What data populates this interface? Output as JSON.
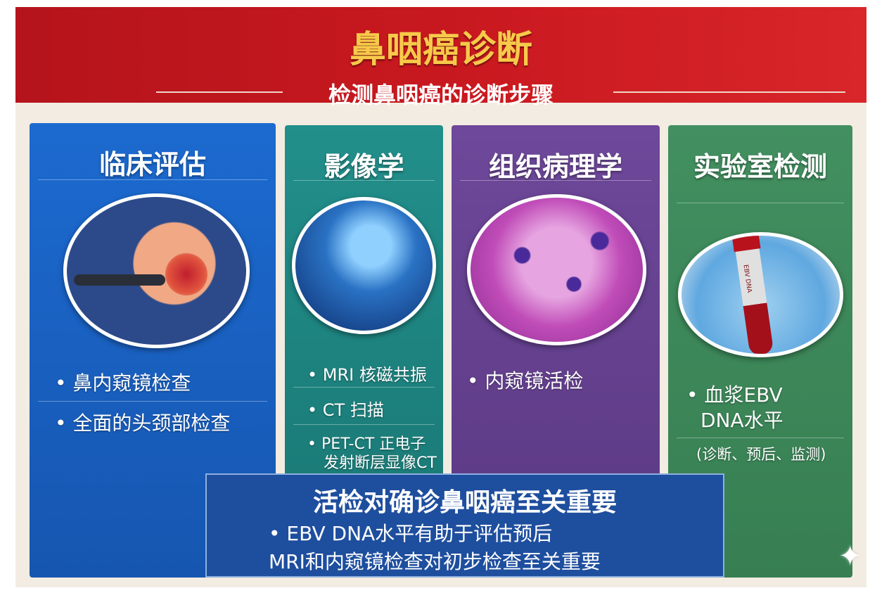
{
  "header": {
    "title": "鼻咽癌诊断",
    "subtitle": "检测鼻咽癌的诊断步骤"
  },
  "panels": [
    {
      "title": "临床评估",
      "items": [
        "• 鼻内窥镜检查",
        "• 全面的头颈部检查"
      ],
      "color": "#1a64c2"
    },
    {
      "title": "影像学",
      "items": [
        "• MRI 核磁共振",
        "• CT 扫描",
        "• PET-CT 正电子",
        "发射断层显像CT"
      ],
      "color": "#1f8a86"
    },
    {
      "title": "组织病理学",
      "items": [
        "• 内窥镜活检"
      ],
      "color": "#6a4494"
    },
    {
      "title": "实验室检测",
      "items": [
        "• 血浆EBV",
        "DNA水平",
        "(诊断、预后、监测)"
      ],
      "color": "#3f8a5c"
    }
  ],
  "summary": {
    "title": "活检对确诊鼻咽癌至关重要",
    "lines": [
      "• EBV DNA水平有助于评估预后",
      "MRI和内窥镜检查对初步检查至关重要"
    ]
  },
  "tube_label": "EBV DNA"
}
